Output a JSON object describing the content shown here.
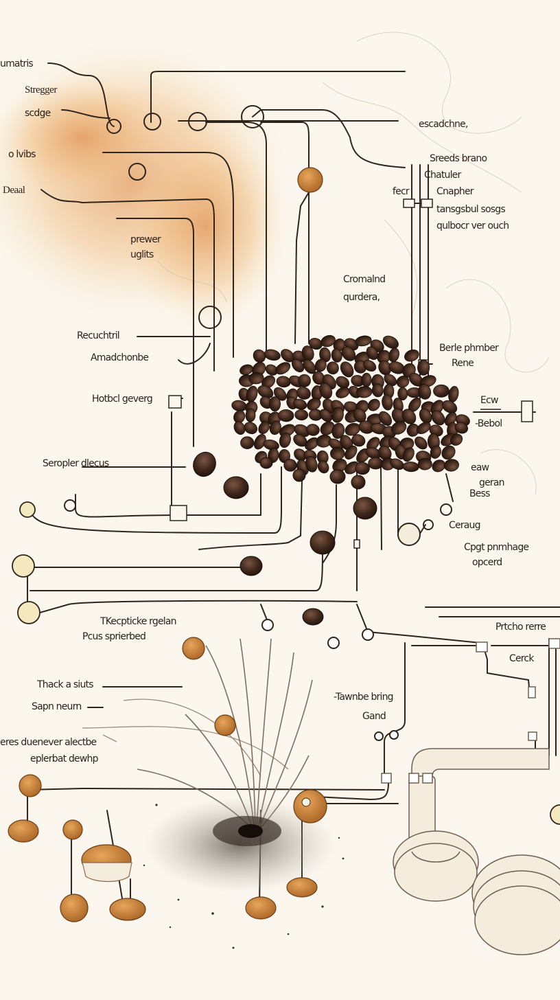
{
  "colors": {
    "paper": "#fbf7ee",
    "ink": "#2e241c",
    "bean": "#3a2418",
    "bean_highlight": "#7a5544",
    "amber_stain": "#e6a86b",
    "copper_node": "#c9873a",
    "cream_node": "#f4e8bf",
    "ash": "#8f877c"
  },
  "labels": {
    "left": [
      "umatris",
      "Stregger",
      "scdge",
      "o lvibs",
      "Deaal",
      "prewer",
      "uglits",
      "Recuchtril",
      "Amadchonbe",
      "Hotbcl geverg",
      "Seropler dlecus"
    ],
    "right": [
      "escadchne,",
      "Sreeds brano",
      "Chatuler",
      "fecr",
      "Cnapher",
      "tansgsbul sosgs",
      "qulbocr ver ouch",
      "Cromalnd",
      "qurdera,",
      "Berle phmber",
      "Rene",
      "Ecw",
      "-Bebol",
      "eaw",
      "geran",
      "Bess",
      "Ceraug",
      "Cpgt pnmhage",
      "opcerd"
    ],
    "lower": [
      "TKecpticke rgelan",
      "Pcus sprierbed",
      "Thack a siuts",
      "Sapn neurn",
      "eres duenever alectbe",
      "eplerbat dewhp",
      "-Tawnbe bring",
      "Gand",
      "Prtcho rerre",
      "Cerck"
    ]
  }
}
